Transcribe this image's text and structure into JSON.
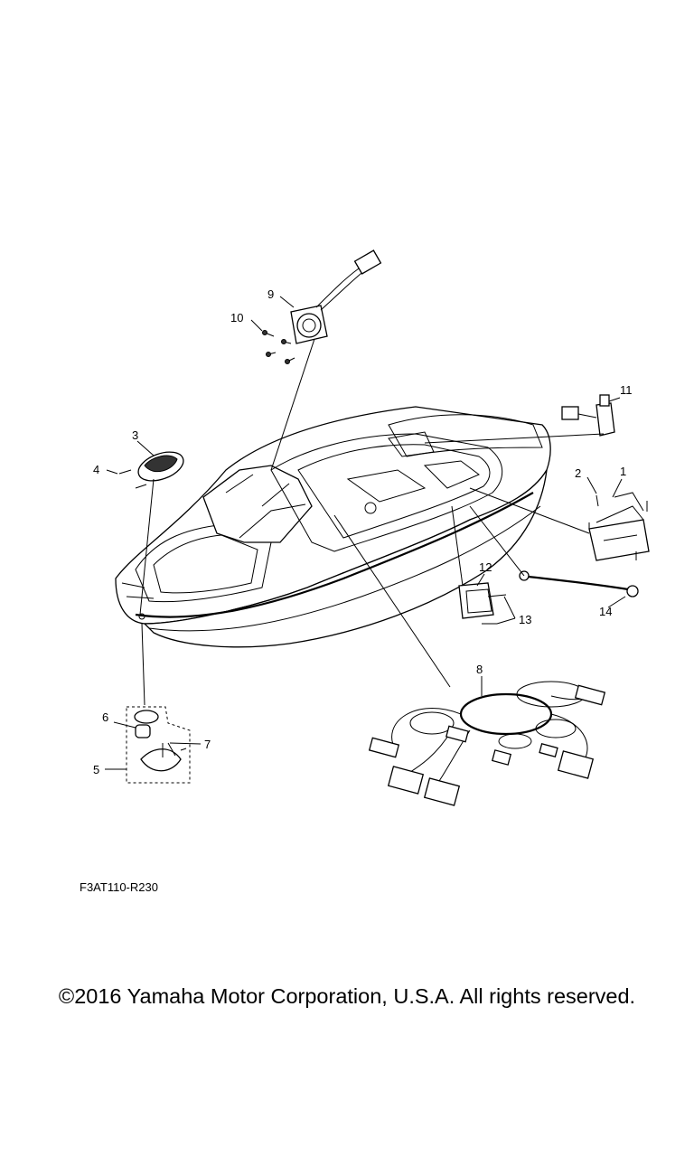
{
  "callouts": [
    "1",
    "2",
    "3",
    "4",
    "5",
    "6",
    "7",
    "8",
    "9",
    "10",
    "11",
    "12",
    "13",
    "14"
  ],
  "drawing_code": "F3AT110-R230",
  "copyright": "©2016 Yamaha Motor Corporation, U.S.A. All rights reserved."
}
